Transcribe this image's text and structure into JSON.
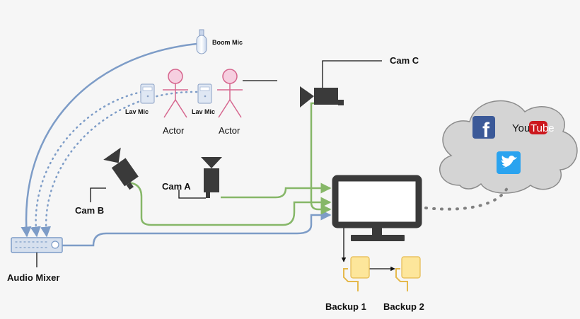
{
  "labels": {
    "boom_mic": "Boom Mic",
    "lav_mic_1": "Lav Mic",
    "lav_mic_2": "Lav Mic",
    "actor_1": "Actor",
    "actor_2": "Actor",
    "cam_a": "Cam A",
    "cam_b": "Cam B",
    "cam_c": "Cam C",
    "audio_mixer": "Audio Mixer",
    "backup_1": "Backup 1",
    "backup_2": "Backup 2",
    "youtube_you": "You",
    "youtube_tube": "Tube"
  },
  "icons": {
    "facebook": "facebook-icon",
    "youtube": "youtube-icon",
    "twitter": "twitter-icon",
    "camera": "camera-icon",
    "monitor": "monitor-icon",
    "cloud": "cloud-icon",
    "mic": "microphone-icon",
    "person": "stick-figure-icon",
    "drive": "backup-drive-icon",
    "mixer": "audio-mixer-icon"
  },
  "colors": {
    "video_line": "#86b768",
    "audio_line": "#7d9cc7",
    "stream_line": "#808080",
    "device_dark": "#3a3a3a",
    "actor_stroke": "#d6668e",
    "actor_fill": "#f6cfe0",
    "backup_fill": "#fde69b",
    "cloud_fill": "#d4d4d4",
    "facebook": "#3b5998",
    "youtube": "#cc181e",
    "twitter": "#2aa3ef"
  }
}
